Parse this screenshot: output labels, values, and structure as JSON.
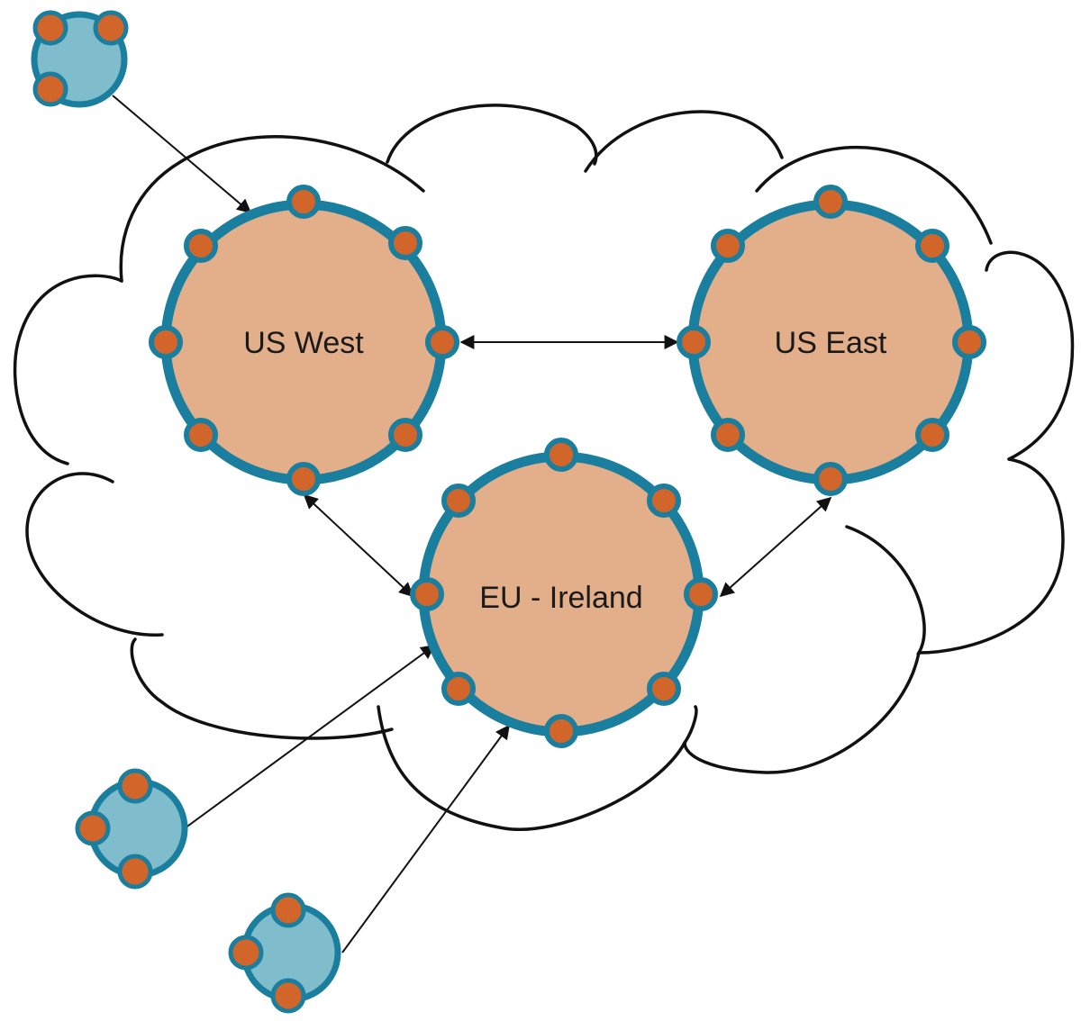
{
  "regions": {
    "us_west": {
      "label": "US West"
    },
    "us_east": {
      "label": "US East"
    },
    "eu_ireland": {
      "label": "EU - Ireland"
    }
  },
  "colors": {
    "region_fill": "#e2af8a",
    "ring": "#1a7e9e",
    "node": "#d2652a",
    "client_fill": "#7fbccc",
    "cloud_stroke": "#111111",
    "arrow": "#111111"
  },
  "icons": {
    "cloud": "cloud-outline-icon",
    "client": "client-cluster-icon"
  }
}
